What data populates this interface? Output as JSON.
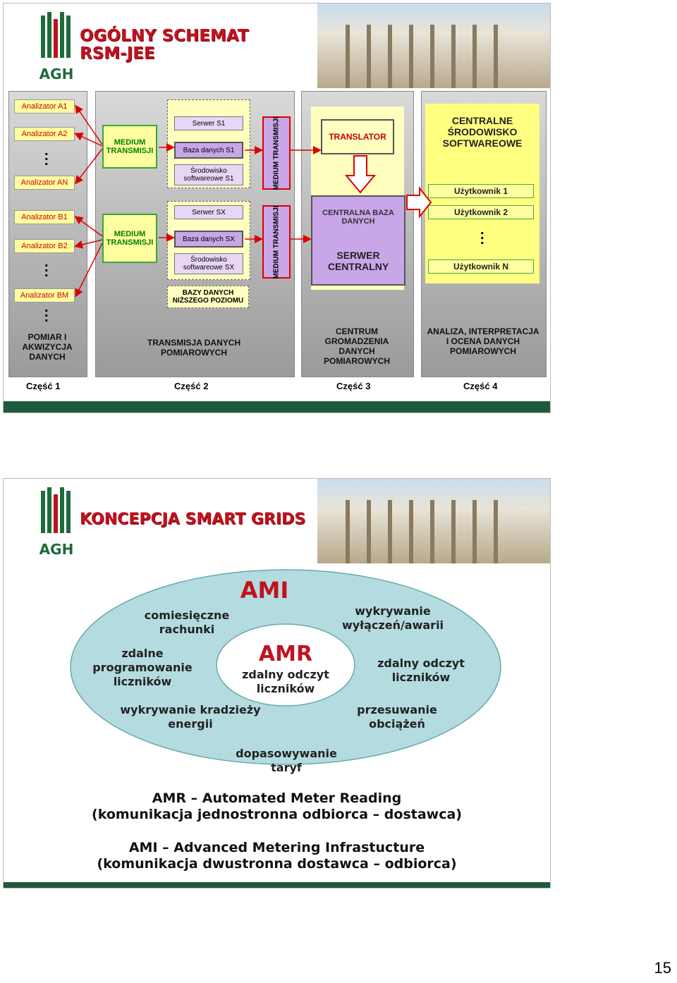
{
  "slide1": {
    "title_line1": "OGÓLNY SCHEMAT",
    "title_line2": "RSM-JEE",
    "logo_text": "AGH",
    "analyzers": {
      "a1": "Analizator A1",
      "a2": "Analizator A2",
      "an": "Analizator AN",
      "b1": "Analizator B1",
      "b2": "Analizator B2",
      "bm": "Analizator BM"
    },
    "medium1": "MEDIUM TRANSMISJI",
    "medium2": "MEDIUM TRANSMISJI",
    "server_s1": "Serwer S1",
    "db_s1": "Baza danych S1",
    "env_s1": "Środowisko softwareowe S1",
    "server_sx": "Serwer SX",
    "db_sx": "Baza danych SX",
    "env_sx": "Środowisko softwareowe SX",
    "medium_vert1": "MEDIUM TRANSMISJI",
    "medium_vert2": "MEDIUM TRANSMISJI",
    "low_db": "BAZY DANYCH NIŻSZEGO POZIOMU",
    "translator": "TRANSLATOR",
    "central_db": "CENTRALNA BAZA DANYCH",
    "central_server": "SERWER CENTRALNY",
    "central_env": "CENTRALNE ŚRODOWISKO SOFTWAREOWE",
    "user1": "Użytkownik 1",
    "user2": "Użytkownik 2",
    "userN": "Użytkownik N",
    "captions": {
      "c1": "POMIAR I AKWIZYCJA DANYCH",
      "c2": "TRANSMISJA DANYCH POMIAROWYCH",
      "c3": "CENTRUM GROMADZENIA DANYCH POMIAROWYCH",
      "c4": "ANALIZA, INTERPRETACJA I OCENA DANYCH POMIAROWYCH"
    },
    "parts": {
      "p1": "Część 1",
      "p2": "Część 2",
      "p3": "Część 3",
      "p4": "Część 4"
    }
  },
  "slide2": {
    "title": "KONCEPCJA SMART GRIDS",
    "logo_text": "AGH",
    "ami": "AMI",
    "amr": "AMR",
    "amr_sub": "zdalny odczyt liczników",
    "items": {
      "bills": "comiesięczne rachunki",
      "remote_prog": "zdalne programowanie liczników",
      "theft": "wykrywanie kradzieży energii",
      "tariff": "dopasowywanie taryf",
      "outage": "wykrywanie wyłączeń/awarii",
      "remote_read": "zdalny odczyt liczników",
      "load_shift": "przesuwanie obciążeń"
    },
    "amr_def1": "AMR – Automated Meter Reading",
    "amr_def2": "(komunikacja jednostronna odbiorca – dostawca)",
    "ami_def1": "AMI – Advanced Metering Infrastucture",
    "ami_def2": "(komunikacja dwustronna dostawca – odbiorca)"
  },
  "page_number": "15"
}
